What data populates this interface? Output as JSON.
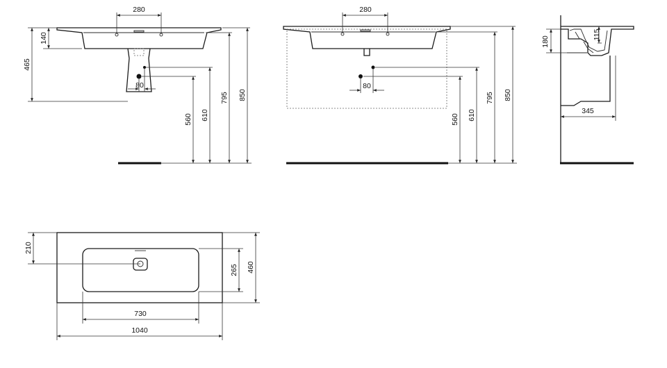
{
  "front_view": {
    "dims": {
      "tap_spacing": "280",
      "deck_height": "140",
      "overall_depth": "465",
      "waste_offset": "80",
      "waste_height": "560",
      "supply_height": "610",
      "bowl_height": "795",
      "top_height": "850"
    }
  },
  "cabinet_view": {
    "dims": {
      "tap_spacing": "280",
      "waste_offset": "80",
      "waste_height": "560",
      "supply_height": "610",
      "bowl_height": "795",
      "top_height": "850"
    }
  },
  "side_view": {
    "dims": {
      "basin_depth": "115",
      "side_height": "180",
      "wall_projection": "345"
    }
  },
  "plan_view": {
    "dims": {
      "waste_position": "210",
      "bowl_width": "265",
      "overall_width": "460",
      "bowl_length": "730",
      "overall_length": "1040"
    }
  }
}
